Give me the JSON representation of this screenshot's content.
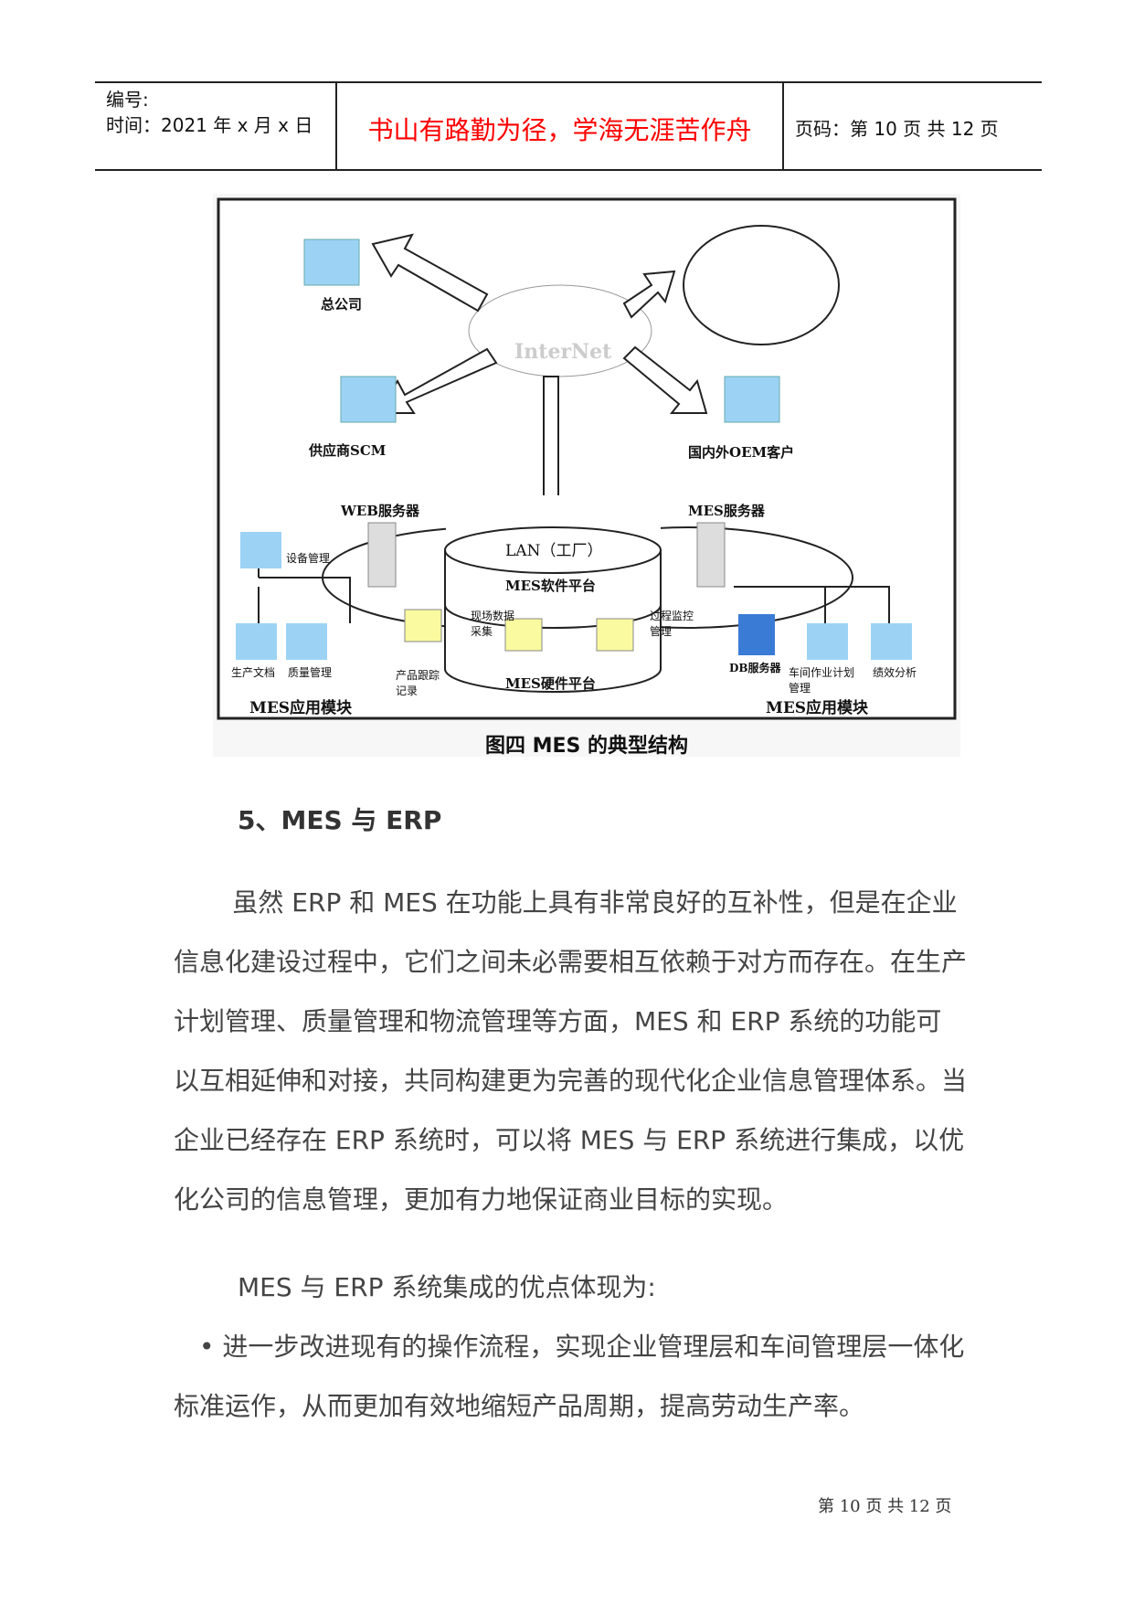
{
  "header": {
    "number_label": "编号:",
    "time_label": "时间：2021 年 x 月 x 日",
    "motto": "书山有路勤为径，学海无涯苦作舟",
    "page_info": "页码：第 10 页  共 12 页"
  },
  "figure": {
    "labels": {
      "hq": "总公司",
      "internet": "InterNet",
      "supplier": "供应商SCM",
      "oem": "国内外OEM客户",
      "web_server": "WEB服务器",
      "mes_server": "MES服务器",
      "lan": "LAN（工厂）",
      "mes_software": "MES软件平台",
      "mes_hardware": "MES硬件平台",
      "equipment": "设备管理",
      "docs": "生产文档",
      "quality": "质量管理",
      "tracking": "产品跟踪记录",
      "collect": "现场数据采集",
      "process": "过程监控管理",
      "db": "DB服务器",
      "workshop": "车间作业计划管理",
      "perf": "绩效分析",
      "app_left": "MES应用模块",
      "app_right": "MES应用模块"
    },
    "caption": "图四  MES 的典型结构"
  },
  "section": {
    "heading": "5、MES 与 ERP",
    "paragraph": "虽然 ERP 和 MES 在功能上具有非常良好的互补性，但是在企业信息化建设过程中，它们之间未必需要相互依赖于对方而存在。在生产计划管理、质量管理和物流管理等方面，MES 和 ERP 系统的功能可以互相延伸和对接，共同构建更为完善的现代化企业信息管理体系。当企业已经存在 ERP 系统时，可以将 MES 与 ERP 系统进行集成，以优化公司的信息管理，更加有力地保证商业目标的实现。",
    "intro": "MES 与 ERP 系统集成的优点体现为:",
    "bullet": "• 进一步改进现有的操作流程，实现企业管理层和车间管理层一体化标准运作，从而更加有效地缩短产品周期，提高劳动生产率。"
  },
  "footer": "第 10 页 共 12 页"
}
